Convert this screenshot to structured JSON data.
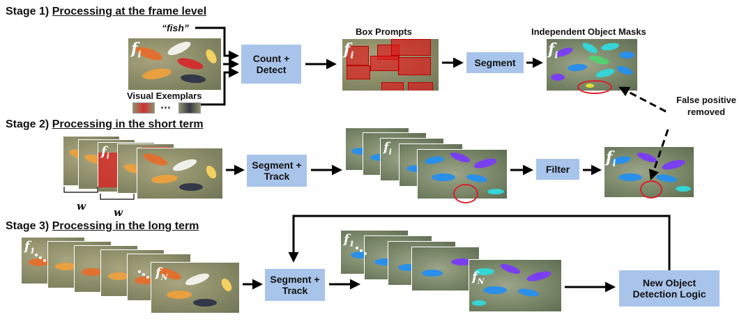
{
  "stage1": {
    "prefix": "Stage 1)",
    "title": "Processing at the frame level"
  },
  "stage2": {
    "prefix": "Stage 2)",
    "title": "Processing in the short term"
  },
  "stage3": {
    "prefix": "Stage 3)",
    "title": "Processing in the long term"
  },
  "text_prompt": "“fish”",
  "visual_exemplars": "Visual Exemplars",
  "ellipsis": "⋯",
  "count_detect": [
    "Count +",
    "Detect"
  ],
  "box_prompts": "Box Prompts",
  "segment": "Segment",
  "independent_masks": "Independent Object Masks",
  "false_positive": [
    "False positive",
    "removed"
  ],
  "segment_track": [
    "Segment +",
    "Track"
  ],
  "filter": "Filter",
  "window_label": "w",
  "new_object": [
    "New Object",
    "Detection Logic"
  ],
  "frame_i": {
    "base": "f",
    "sub": "i"
  },
  "frame_1": {
    "base": "f",
    "sub": "1"
  },
  "frame_N": {
    "base": "f",
    "sub": "N"
  },
  "colors": {
    "box": "#a9c4ea",
    "red": "#d8202a",
    "purple": "#7a3ff0",
    "blue": "#2a8fe8",
    "cyan": "#35d5d5"
  }
}
